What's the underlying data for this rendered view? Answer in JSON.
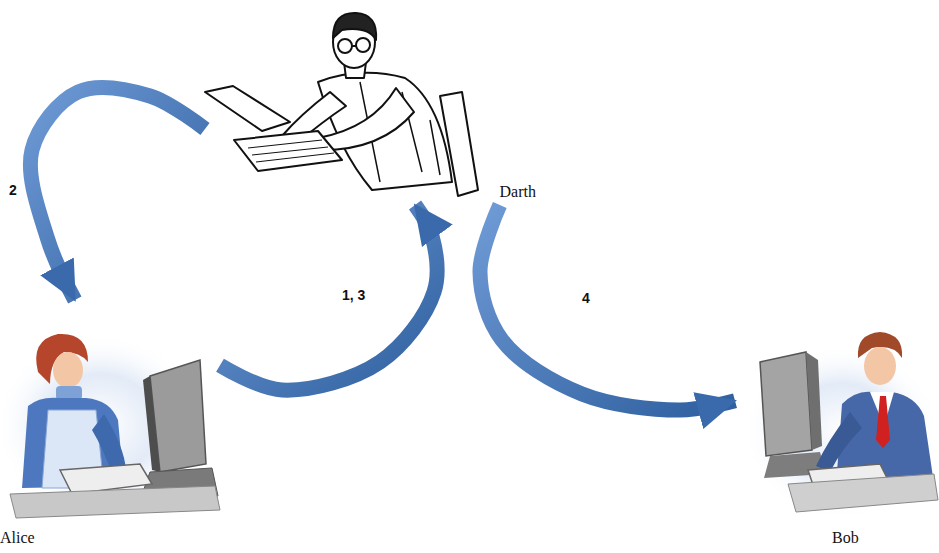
{
  "diagram": {
    "nodes": [
      {
        "text": [
          "Darth"
        ]
      },
      {
        "text": [
          "Alice"
        ]
      },
      {
        "text": [
          "Bob"
        ]
      }
    ],
    "edges": [
      {
        "from": 0,
        "to": 1,
        "label": "2",
        "arrow": "to"
      },
      {
        "from": 1,
        "to": 0,
        "label": "1, 3",
        "arrow": "to"
      },
      {
        "from": 0,
        "to": 2,
        "label": "4",
        "arrow": "to"
      }
    ]
  }
}
